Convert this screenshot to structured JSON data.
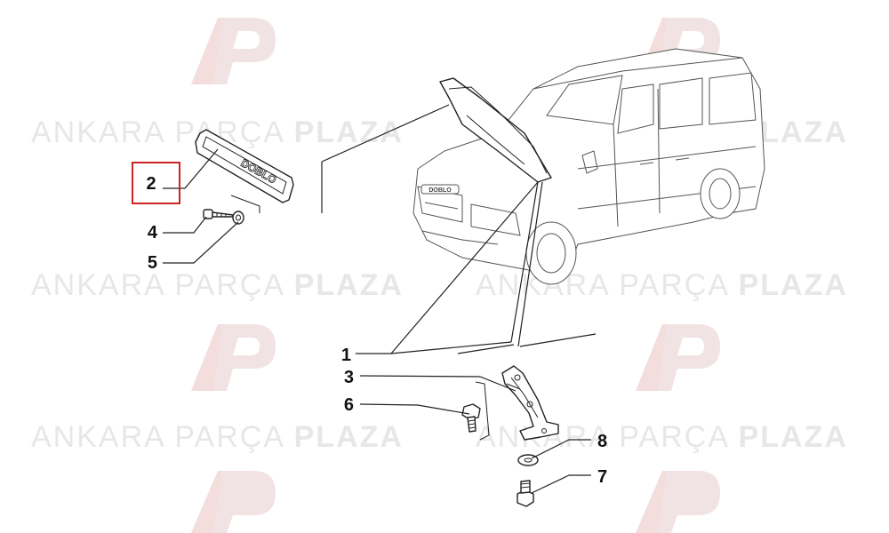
{
  "watermark": {
    "word_light_1": "ANKARA",
    "word_light_2": "PARÇA",
    "word_bold": "PLAZA",
    "logo_text": "AP",
    "color": "#e7e7e7"
  },
  "callouts": [
    {
      "id": "1",
      "label": "1"
    },
    {
      "id": "2",
      "label": "2"
    },
    {
      "id": "3",
      "label": "3"
    },
    {
      "id": "4",
      "label": "4"
    },
    {
      "id": "5",
      "label": "5"
    },
    {
      "id": "6",
      "label": "6"
    },
    {
      "id": "7",
      "label": "7"
    },
    {
      "id": "8",
      "label": "8"
    }
  ],
  "highlight": {
    "callout": "2",
    "color": "#cc2222"
  },
  "badge_text": "DOBLO"
}
